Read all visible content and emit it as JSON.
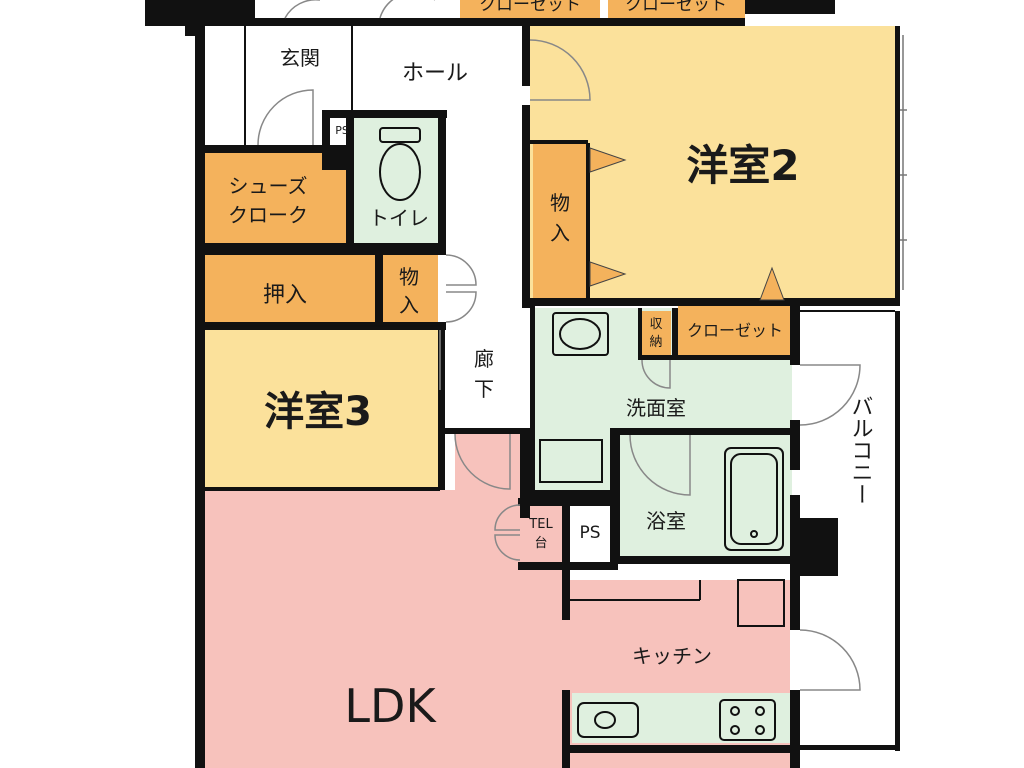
{
  "colors": {
    "wall": "#111111",
    "wet": "#dff0df",
    "storage": "#f4b25c",
    "bedroom": "#fbe19b",
    "ldk": "#f7c2bc",
    "entrance": "#ffffff",
    "door_swing": "#888888"
  },
  "rooms": {
    "entrance": "玄関",
    "hall": "ホール",
    "ps_top": "PS",
    "shoe_closet_1": "シューズ",
    "shoe_closet_2": "クローク",
    "toilet": "トイレ",
    "mono_1_a": "物",
    "mono_1_b": "入",
    "oshiire": "押入",
    "western_3": "洋室3",
    "corridor_a": "廊",
    "corridor_b": "下",
    "western_2": "洋室2",
    "mono_2_a": "物",
    "mono_2_b": "入",
    "shuno_a": "収",
    "shuno_b": "納",
    "closet_mid": "クローゼット",
    "closet_top_1": "クローゼット",
    "closet_top_2": "クローゼット",
    "washroom": "洗面室",
    "bathroom": "浴室",
    "balcony": "バルコニー",
    "tel_a": "TEL",
    "tel_b": "台",
    "ps_mid": "PS",
    "kitchen": "キッチン",
    "ldk": "LDK"
  }
}
